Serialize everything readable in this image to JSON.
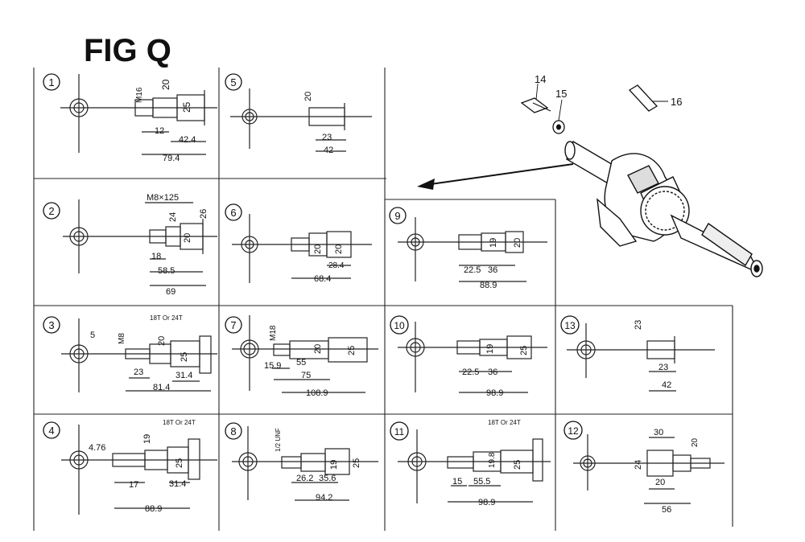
{
  "title": "FIG Q",
  "panels": [
    {
      "num": "1",
      "dims": [
        "M16",
        "20",
        "25",
        "12",
        "42.4",
        "79.4"
      ]
    },
    {
      "num": "2",
      "dims": [
        "M8×125",
        "24",
        "26",
        "20",
        "18",
        "58.5",
        "69"
      ]
    },
    {
      "num": "3",
      "dims": [
        "5",
        "M8",
        "18T Or 24T",
        "20",
        "25",
        "23",
        "31.4",
        "81.4"
      ]
    },
    {
      "num": "4",
      "dims": [
        "4.76",
        "18T Or 24T",
        "19",
        "25",
        "17",
        "31.4",
        "88.9"
      ]
    },
    {
      "num": "5",
      "dims": [
        "20",
        "23",
        "42"
      ]
    },
    {
      "num": "6",
      "dims": [
        "20",
        "20",
        "28.4",
        "68.4"
      ]
    },
    {
      "num": "7",
      "dims": [
        "M18",
        "20",
        "25",
        "15.9",
        "55",
        "75",
        "108.9"
      ]
    },
    {
      "num": "8",
      "dims": [
        "1/2 UNF",
        "19",
        "25",
        "26.2",
        "35.6",
        "94.2"
      ]
    },
    {
      "num": "9",
      "dims": [
        "19",
        "20",
        "22.5",
        "36",
        "88.9"
      ]
    },
    {
      "num": "10",
      "dims": [
        "19",
        "25",
        "22.5",
        "36",
        "98.9"
      ]
    },
    {
      "num": "11",
      "dims": [
        "18T Or 24T",
        "19.8",
        "25",
        "15",
        "55.5",
        "98.9"
      ]
    },
    {
      "num": "12",
      "dims": [
        "30",
        "20",
        "24",
        "20",
        "56"
      ]
    },
    {
      "num": "13",
      "dims": [
        "23",
        "23",
        "42"
      ]
    }
  ],
  "parts": [
    {
      "num": "14"
    },
    {
      "num": "15"
    },
    {
      "num": "16"
    }
  ]
}
